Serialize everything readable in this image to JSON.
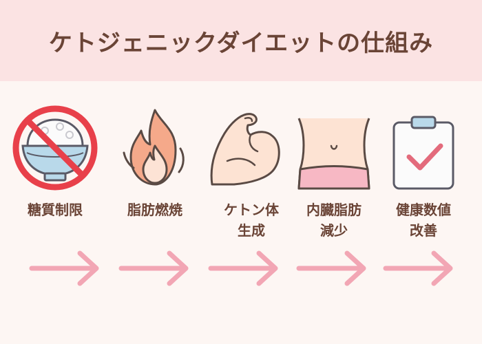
{
  "title": "ケトジェニックダイエットの仕組み",
  "steps": [
    {
      "icon": "no-rice-icon",
      "label": "糖質制限"
    },
    {
      "icon": "fire-icon",
      "label": "脂肪燃焼"
    },
    {
      "icon": "muscle-arm-icon",
      "label": "ケトン体\n生成"
    },
    {
      "icon": "belly-icon",
      "label": "内臓脂肪\n減少"
    },
    {
      "icon": "checklist-icon",
      "label": "健康数値\n改善"
    }
  ],
  "colors": {
    "header_bg": "#fbe3e3",
    "arrow": "#f2a6b4",
    "prohibit": "#e8404a",
    "text": "#6a4436"
  }
}
